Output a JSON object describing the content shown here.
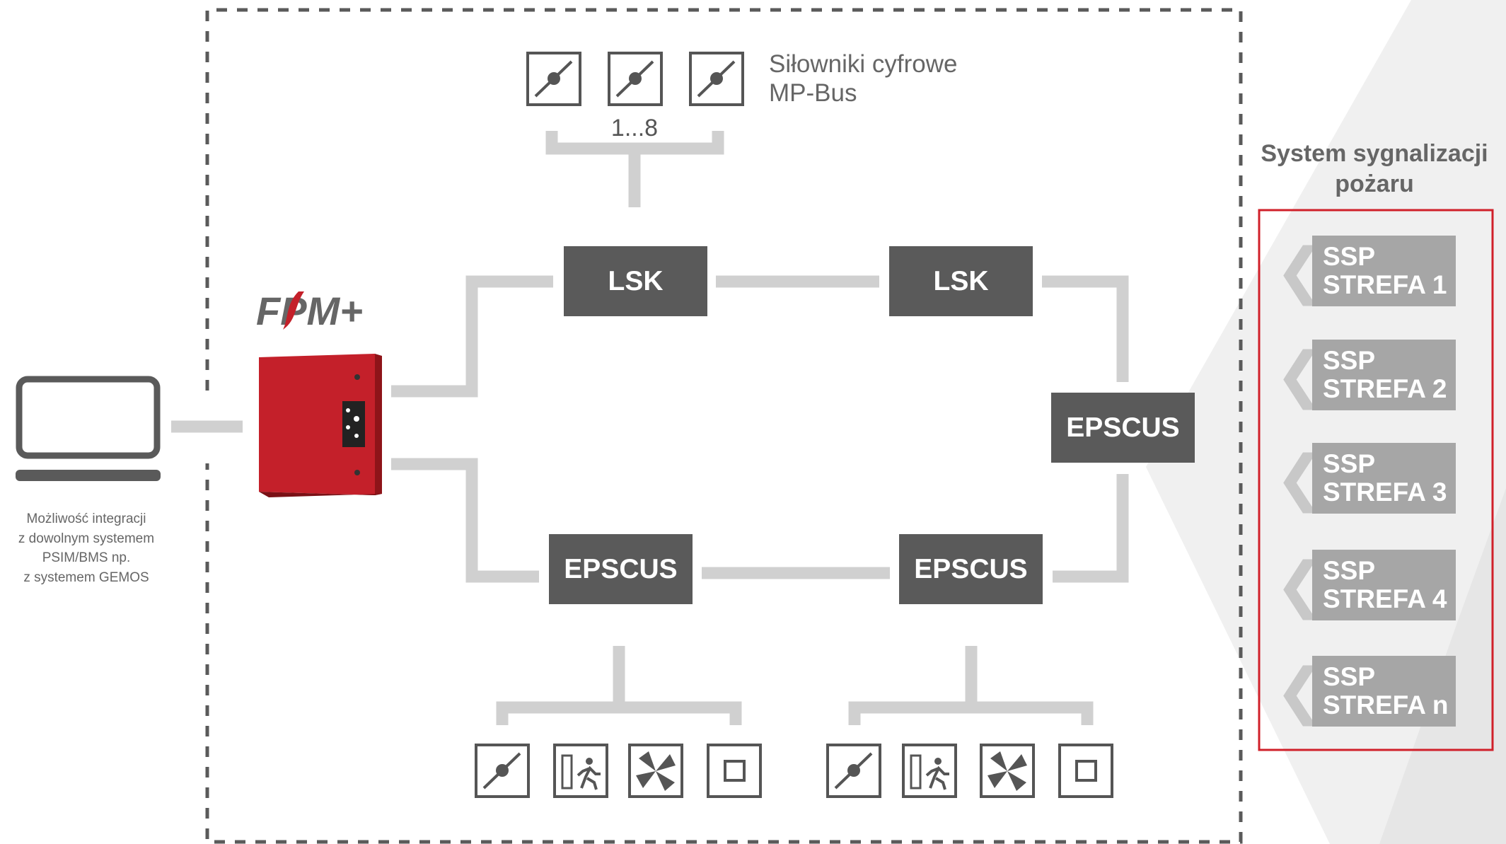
{
  "logo": {
    "text": "FPM+"
  },
  "laptop": {
    "icon": "laptop-icon",
    "caption_lines": [
      "Możliwość integracji",
      "z dowolnym systemem",
      "PSIM/BMS np.",
      "z systemem GEMOS"
    ]
  },
  "controller": {
    "icon": "fire-control-panel-icon"
  },
  "actuators": {
    "label_lines": [
      "Siłowniki cyfrowe",
      "MP-Bus"
    ],
    "count_label": "1...8"
  },
  "nodes": {
    "lsk_1": "LSK",
    "lsk_2": "LSK",
    "epscus_right": "EPSCUS",
    "epscus_bottom_left": "EPSCUS",
    "epscus_bottom_right": "EPSCUS"
  },
  "device_icons": {
    "damper": "damper-icon",
    "exit": "emergency-exit-icon",
    "fan": "fan-icon",
    "square": "square-device-icon"
  },
  "fire_alarm": {
    "title_lines": [
      "System sygnalizacji",
      "pożaru"
    ],
    "zones": [
      {
        "line1": "SSP",
        "line2": "STREFA 1"
      },
      {
        "line1": "SSP",
        "line2": "STREFA 2"
      },
      {
        "line1": "SSP",
        "line2": "STREFA 3"
      },
      {
        "line1": "SSP",
        "line2": "STREFA 4"
      },
      {
        "line1": "SSP",
        "line2": "STREFA n"
      }
    ],
    "chevron_glyph": "❮",
    "frame_color": "#d0202a"
  },
  "colors": {
    "node_fill": "#5a5a5a",
    "connector": "#d0d0d0",
    "panel_red": "#c4202a",
    "zone_fill": "#a6a6a6"
  }
}
